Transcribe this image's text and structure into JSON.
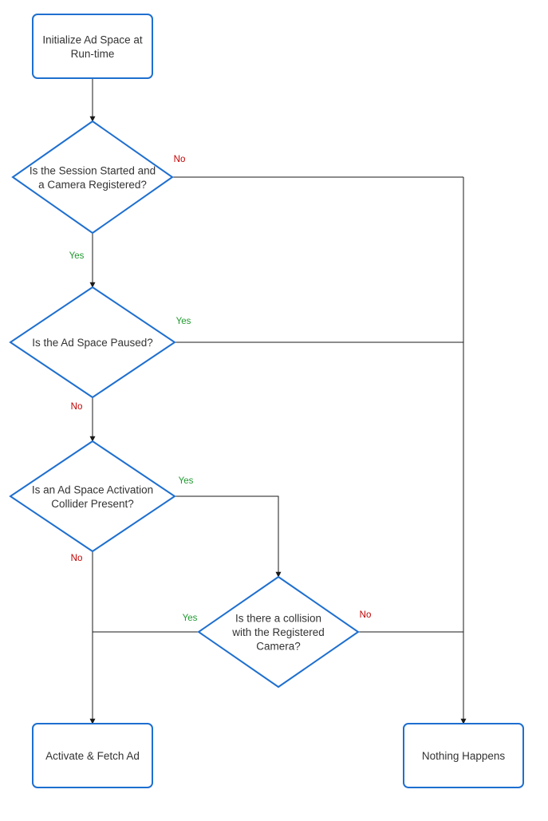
{
  "nodes": {
    "start": [
      "Initialize Ad Space at",
      "Run-time"
    ],
    "session_check": [
      "Is the Session Started and",
      "a Camera Registered?"
    ],
    "paused_check": [
      "Is the Ad Space Paused?"
    ],
    "collider_check": [
      "Is an Ad Space Activation",
      "Collider Present?"
    ],
    "collision_check": [
      "Is there a collision",
      "with the Registered",
      "Camera?"
    ],
    "activate": [
      "Activate & Fetch Ad"
    ],
    "nothing": [
      "Nothing Happens"
    ]
  },
  "edges": {
    "start_to_session": "",
    "session_yes": "Yes",
    "session_no": "No",
    "paused_yes": "Yes",
    "paused_no": "No",
    "collider_yes": "Yes",
    "collider_no": "No",
    "collision_yes": "Yes",
    "collision_no": "No"
  },
  "colors": {
    "node_border": "#1e6fcf",
    "node_text": "#333333",
    "edge_line": "#1a1a1a",
    "label_yes": "#1f9a2f",
    "label_no": "#c00000"
  }
}
